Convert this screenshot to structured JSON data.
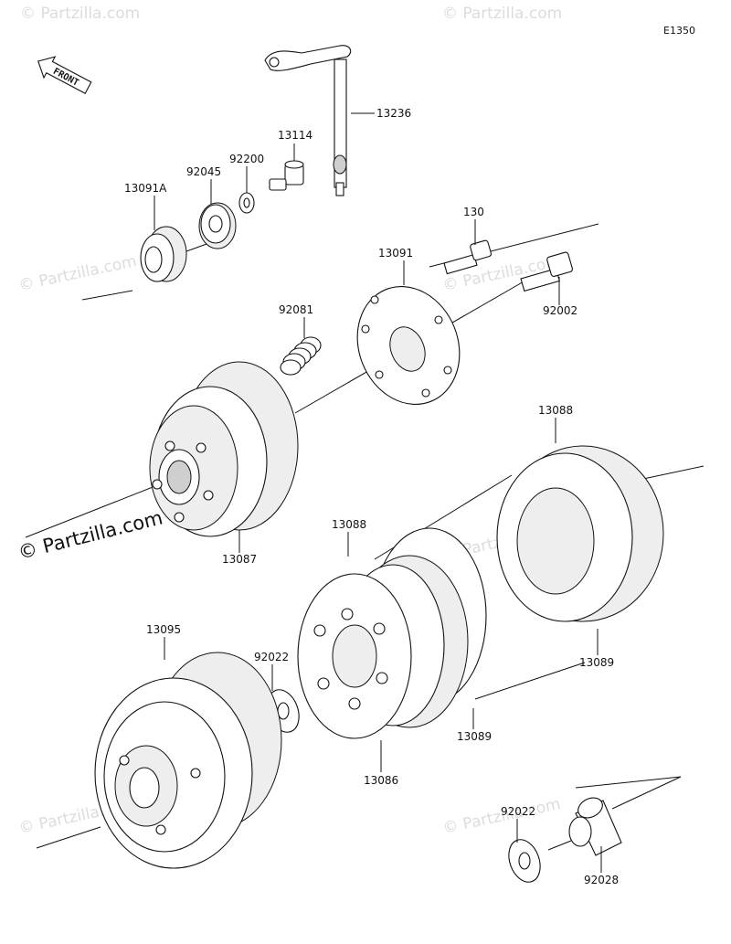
{
  "diagram_code": "E1350",
  "front_label": "FRONT",
  "watermark_small": "© Partzilla.com",
  "watermark_main": "© Partzilla.com",
  "parts": {
    "p13236": "13236",
    "p13114": "13114",
    "p92045": "92045",
    "p92200": "92200",
    "p13091A": "13091A",
    "p130": "130",
    "p13091": "13091",
    "p92002": "92002",
    "p92081": "92081",
    "p13088a": "13088",
    "p13088b": "13088",
    "p13087": "13087",
    "p13095": "13095",
    "p92022a": "92022",
    "p13089a": "13089",
    "p13089b": "13089",
    "p13086": "13086",
    "p92022b": "92022",
    "p92028": "92028"
  }
}
